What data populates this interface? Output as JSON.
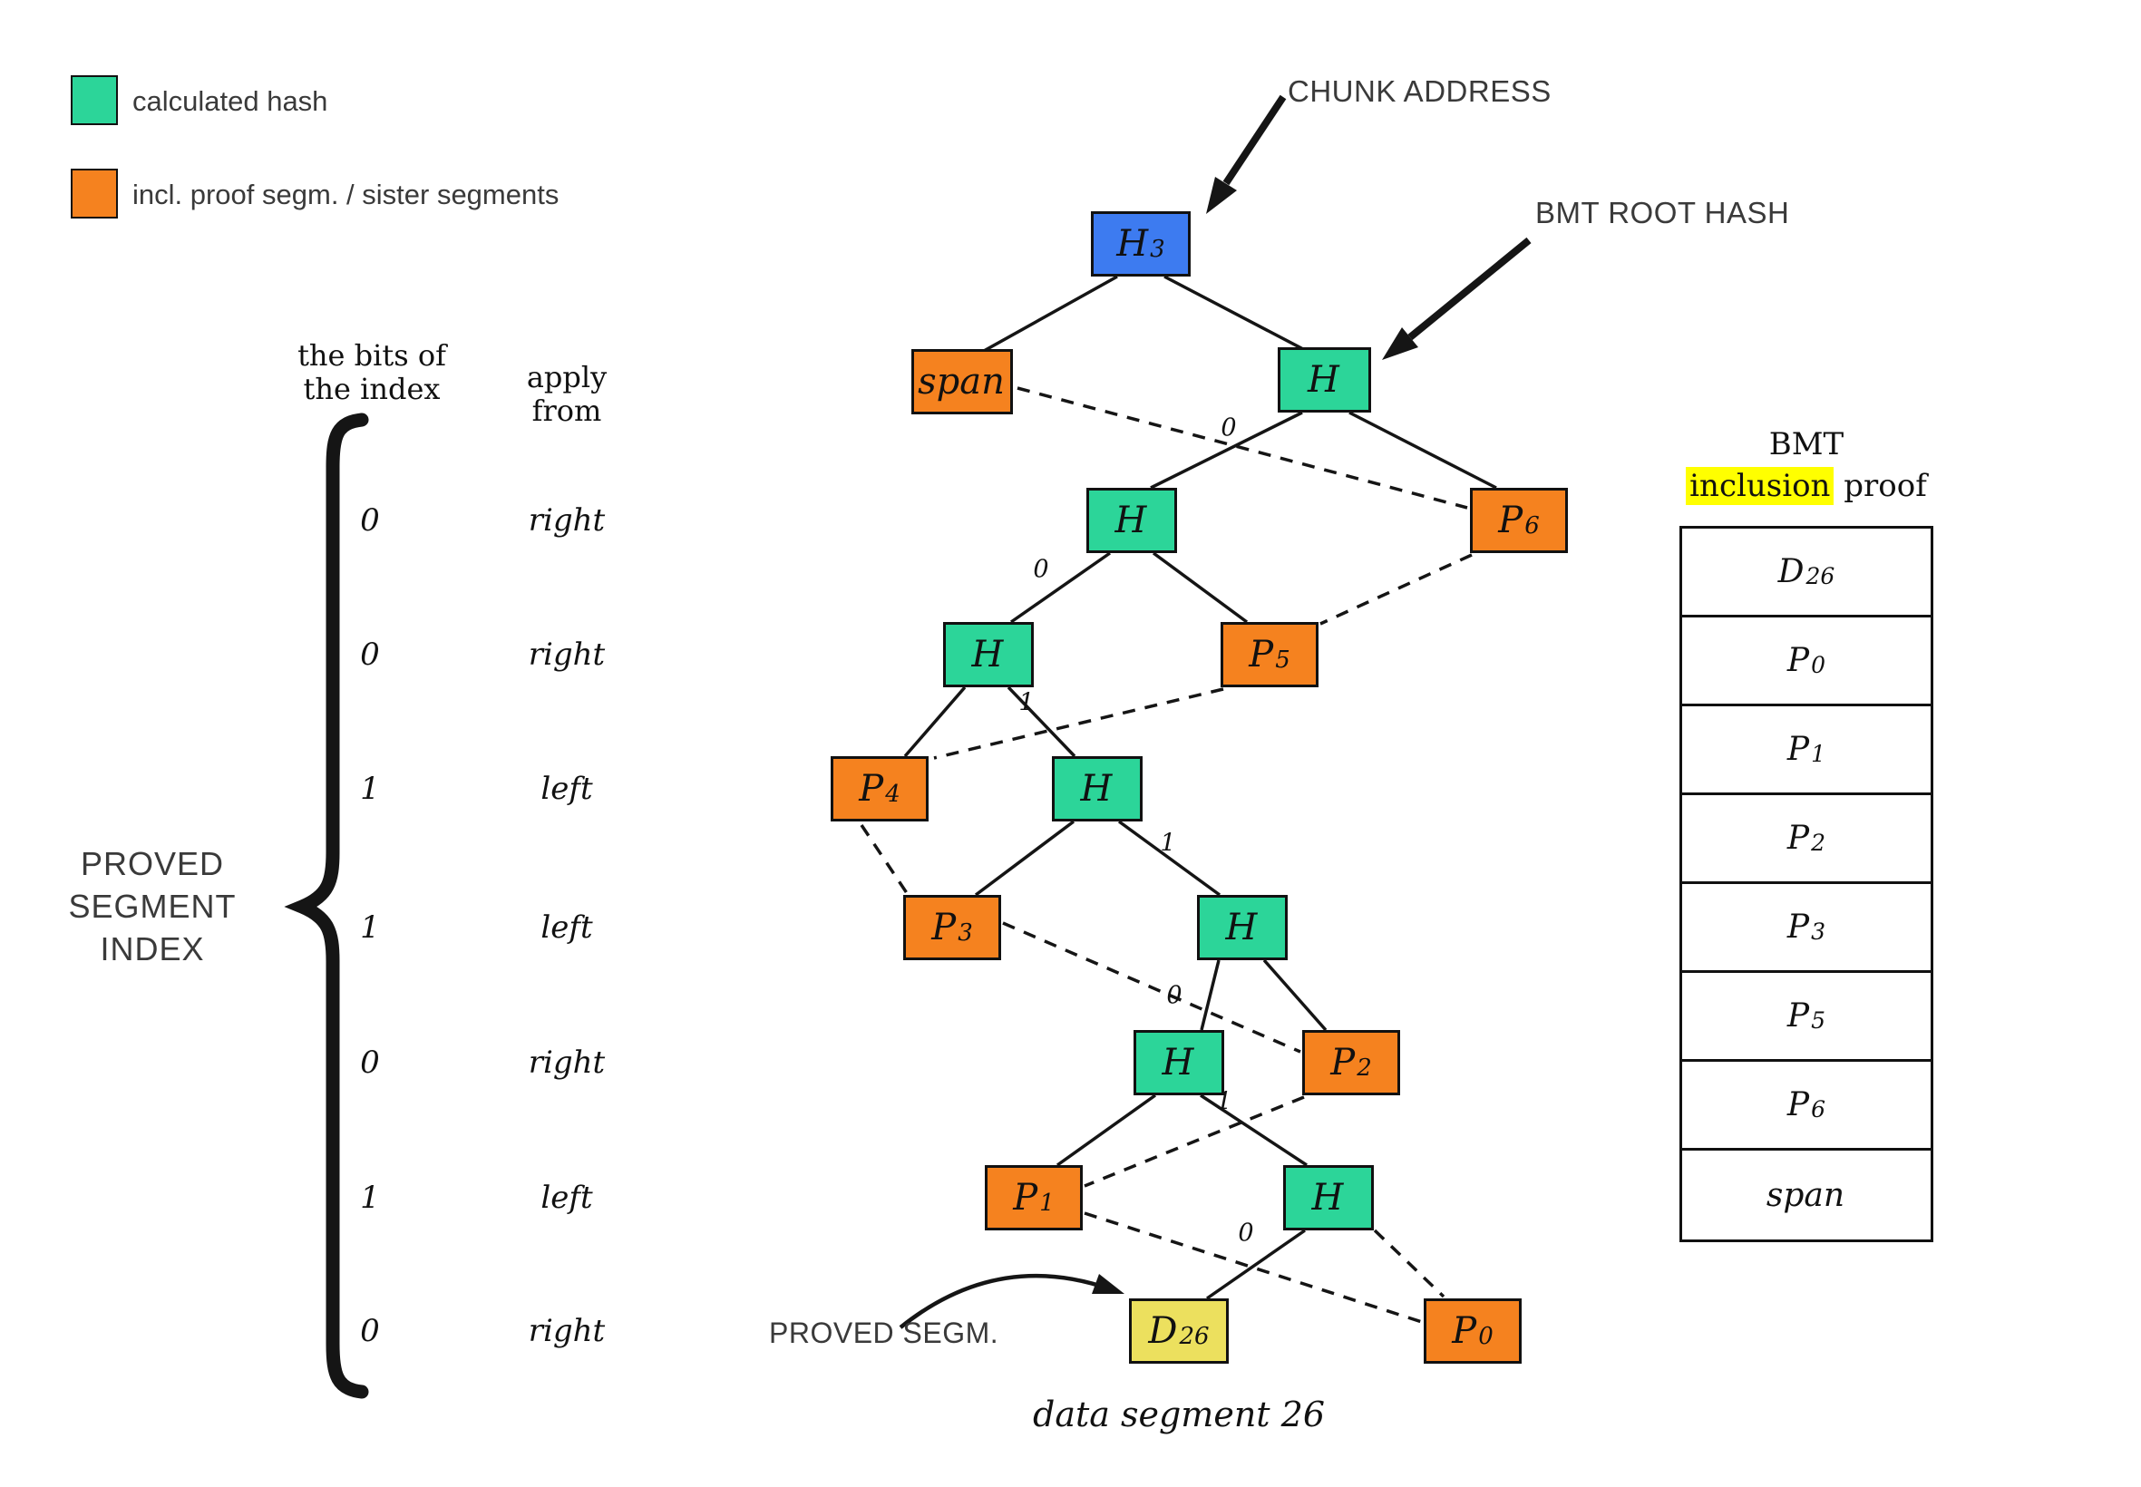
{
  "legend": {
    "items": [
      {
        "label": "calculated hash",
        "color_key": "calculated_hash_green"
      },
      {
        "label": "incl. proof segm. / sister segments",
        "color_key": "proof_segment_orange"
      }
    ]
  },
  "annotations": {
    "chunk_address": "CHUNK ADDRESS",
    "bmt_root_hash": "BMT ROOT HASH",
    "proved_segm": "PROVED SEGM.",
    "data_segment_caption": "data segment 26",
    "proved_segment_index": [
      "PROVED",
      "SEGMENT",
      "INDEX"
    ]
  },
  "bits_panel": {
    "col1_header_line1": "the bits of",
    "col1_header_line2": "the index",
    "col2_header": "apply from",
    "rows": [
      {
        "bit": "0",
        "apply_from": "right"
      },
      {
        "bit": "0",
        "apply_from": "right"
      },
      {
        "bit": "1",
        "apply_from": "left"
      },
      {
        "bit": "1",
        "apply_from": "left"
      },
      {
        "bit": "0",
        "apply_from": "right"
      },
      {
        "bit": "1",
        "apply_from": "left"
      },
      {
        "bit": "0",
        "apply_from": "right"
      }
    ]
  },
  "tree": {
    "nodes": [
      {
        "main": "H",
        "sub": "3",
        "role": "chunk-address-root"
      },
      {
        "main": "span",
        "sub": "",
        "role": "span-segment"
      },
      {
        "main": "H",
        "sub": "",
        "role": "bmt-root-hash"
      },
      {
        "main": "H",
        "sub": "",
        "role": "calculated-hash-l2"
      },
      {
        "main": "P",
        "sub": "6",
        "role": "proof-segment-6"
      },
      {
        "main": "H",
        "sub": "",
        "role": "calculated-hash-l3"
      },
      {
        "main": "P",
        "sub": "5",
        "role": "proof-segment-5"
      },
      {
        "main": "P",
        "sub": "4",
        "role": "proof-segment-4"
      },
      {
        "main": "H",
        "sub": "",
        "role": "calculated-hash-l4"
      },
      {
        "main": "P",
        "sub": "3",
        "role": "proof-segment-3"
      },
      {
        "main": "H",
        "sub": "",
        "role": "calculated-hash-l5"
      },
      {
        "main": "H",
        "sub": "",
        "role": "calculated-hash-l6"
      },
      {
        "main": "P",
        "sub": "2",
        "role": "proof-segment-2"
      },
      {
        "main": "P",
        "sub": "1",
        "role": "proof-segment-1"
      },
      {
        "main": "H",
        "sub": "",
        "role": "calculated-hash-l7"
      },
      {
        "main": "D",
        "sub": "26",
        "role": "proved-data-segment"
      },
      {
        "main": "P",
        "sub": "0",
        "role": "proof-segment-0"
      }
    ],
    "edge_bits": [
      "0",
      "0",
      "1",
      "1",
      "0",
      "1",
      "0"
    ]
  },
  "proof_table": {
    "title_line1": "BMT",
    "title_highlight": "inclusion",
    "title_rest": "proof",
    "rows": [
      {
        "main": "D",
        "sub": "26"
      },
      {
        "main": "P",
        "sub": "0"
      },
      {
        "main": "P",
        "sub": "1"
      },
      {
        "main": "P",
        "sub": "2"
      },
      {
        "main": "P",
        "sub": "3"
      },
      {
        "main": "P",
        "sub": "5"
      },
      {
        "main": "P",
        "sub": "6"
      },
      {
        "main": "span",
        "sub": ""
      }
    ]
  },
  "colors": {
    "calculated_hash_green": "#2cd599",
    "proof_segment_orange": "#f5821f",
    "chunk_address_blue": "#3d7bf0",
    "proved_segment_yellow": "#ece05e",
    "highlight_yellow": "#ffff00",
    "line_black": "#151515"
  }
}
